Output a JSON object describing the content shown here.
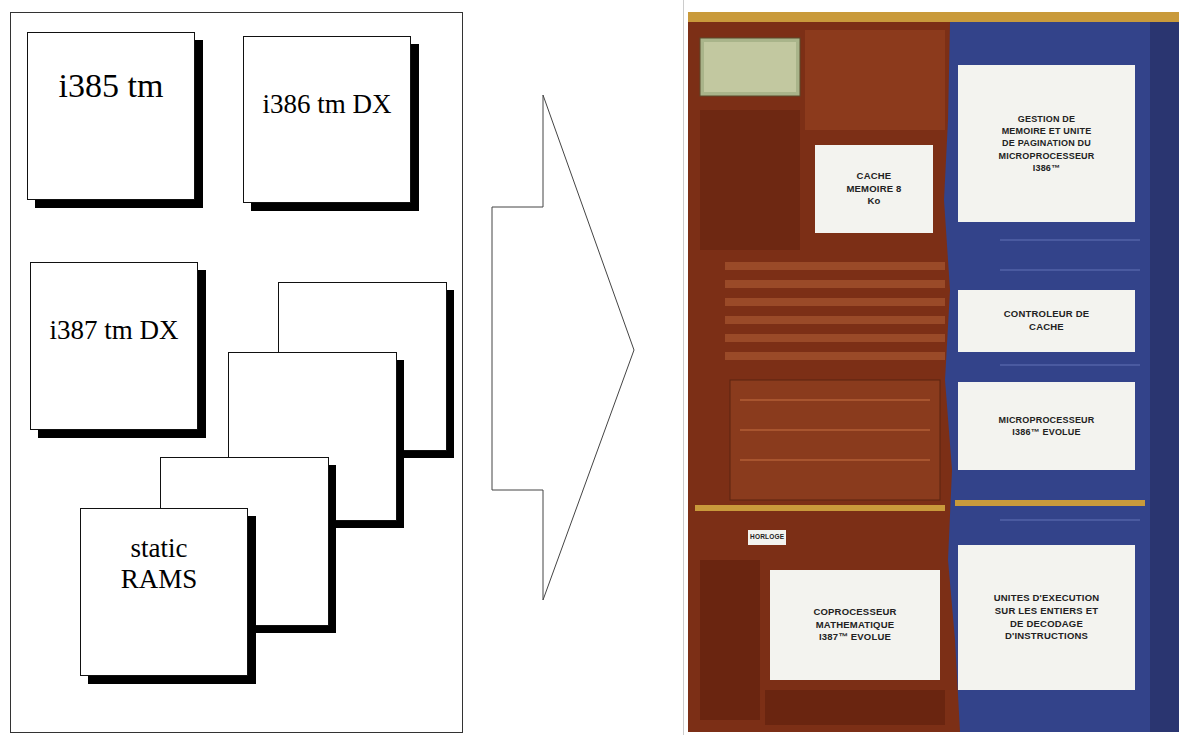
{
  "diagram": {
    "nodes": [
      {
        "text": [
          "i385 tm"
        ]
      },
      {
        "text": [
          "i386 tm DX"
        ]
      },
      {
        "text": [
          "i387 tm DX"
        ]
      },
      {
        "text": [
          "static RAMS"
        ]
      },
      {
        "text": [
          "GESTION DE MEMOIRE ET UNITE DE PAGINATION DU MICROPROCESSEUR I386™"
        ]
      },
      {
        "text": [
          "CACHE MEMOIRE 8 Ko"
        ]
      },
      {
        "text": [
          "CONTROLEUR DE CACHE"
        ]
      },
      {
        "text": [
          "MICROPROCESSEUR I386™ EVOLUE"
        ]
      },
      {
        "text": [
          "HORLOGE"
        ]
      },
      {
        "text": [
          "COPROCESSEUR MATHEMATIQUE I387™ EVOLUE"
        ]
      },
      {
        "text": [
          "UNITES D'EXECUTION SUR LES ENTIERS ET DE DECODAGE D'INSTRUCTIONS"
        ]
      }
    ]
  }
}
